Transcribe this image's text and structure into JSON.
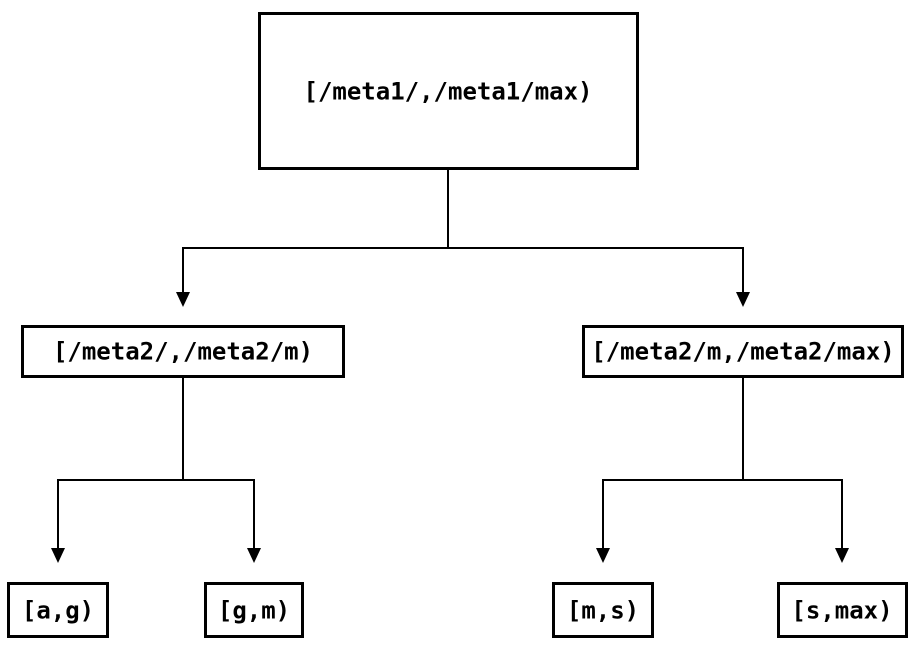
{
  "diagram": {
    "type": "tree",
    "background_color": "#ffffff",
    "line_color": "#000000",
    "box_fill": "#ffffff",
    "text_color": "#000000",
    "nodes": {
      "root": {
        "label": "[/meta1/,/meta1/max)"
      },
      "meta2_left": {
        "label": "[/meta2/,/meta2/m)"
      },
      "meta2_right": {
        "label": "[/meta2/m,/meta2/max)"
      },
      "leaf_ag": {
        "label": "[a,g)"
      },
      "leaf_gm": {
        "label": "[g,m)"
      },
      "leaf_ms": {
        "label": "[m,s)"
      },
      "leaf_smax": {
        "label": "[s,max)"
      }
    },
    "edges": [
      {
        "from": "root",
        "to": "meta2_left"
      },
      {
        "from": "root",
        "to": "meta2_right"
      },
      {
        "from": "meta2_left",
        "to": "leaf_ag"
      },
      {
        "from": "meta2_left",
        "to": "leaf_gm"
      },
      {
        "from": "meta2_right",
        "to": "leaf_ms"
      },
      {
        "from": "meta2_right",
        "to": "leaf_smax"
      }
    ]
  }
}
